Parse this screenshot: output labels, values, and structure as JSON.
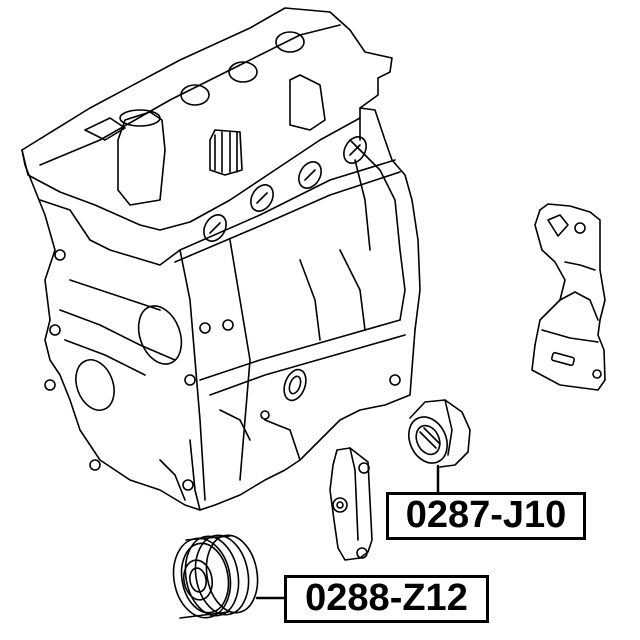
{
  "diagram": {
    "type": "exploded parts diagram",
    "subject": "engine block with belt drive components",
    "line_color": "#000000",
    "background": "#ffffff",
    "parts": [
      {
        "id": "engine",
        "description": "engine assembly (line drawing)",
        "label": null
      },
      {
        "id": "bracket",
        "description": "tensioner mounting bracket",
        "label": null
      },
      {
        "id": "arm",
        "description": "tensioner arm",
        "label": null
      },
      {
        "id": "idler-pulley",
        "description": "idler / tensioner pulley",
        "label": "0287-J10"
      },
      {
        "id": "crank-pulley",
        "description": "crankshaft pulley (ribbed)",
        "label": "0288-Z12"
      }
    ]
  },
  "labels": {
    "idler_pulley": "0287-J10",
    "crank_pulley": "0288-Z12"
  }
}
